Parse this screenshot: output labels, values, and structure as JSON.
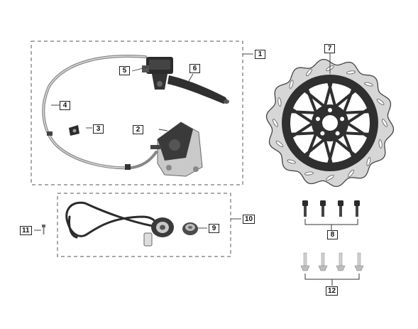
{
  "callouts": {
    "c1": "1",
    "c2": "2",
    "c3": "3",
    "c4": "4",
    "c5": "5",
    "c6": "6",
    "c7": "7",
    "c8": "8",
    "c9": "9",
    "c10": "10",
    "c11": "11",
    "c12": "12"
  },
  "parts": [
    {
      "id": "1",
      "name": "front brake assembly group"
    },
    {
      "id": "2",
      "name": "brake caliper"
    },
    {
      "id": "3",
      "name": "hose clip"
    },
    {
      "id": "4",
      "name": "brake hose"
    },
    {
      "id": "5",
      "name": "master cylinder"
    },
    {
      "id": "6",
      "name": "brake lever"
    },
    {
      "id": "7",
      "name": "brake disc"
    },
    {
      "id": "8",
      "name": "disc bolts"
    },
    {
      "id": "9",
      "name": "spacer"
    },
    {
      "id": "10",
      "name": "speedometer drive group"
    },
    {
      "id": "11",
      "name": "screw"
    },
    {
      "id": "12",
      "name": "screws"
    }
  ],
  "colors": {
    "line": "#333333",
    "part_dark": "#2b2b2b",
    "part_mid": "#777777",
    "part_light": "#cfcfcf",
    "dash": "#555555"
  }
}
